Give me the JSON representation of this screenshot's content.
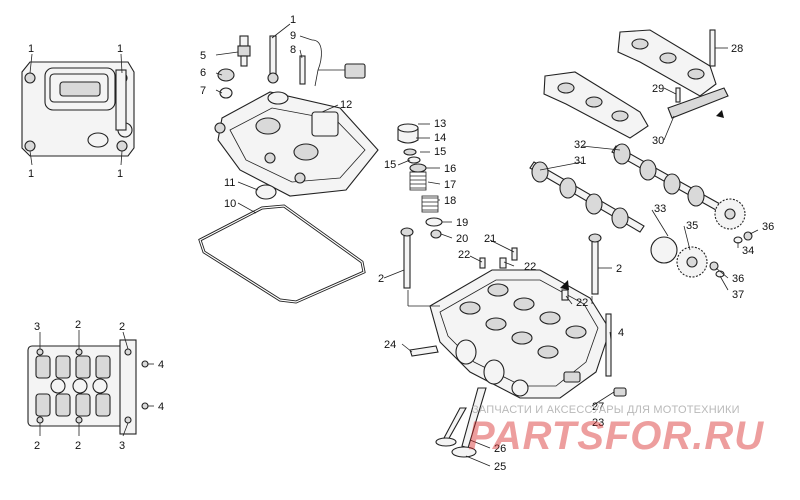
{
  "labels": {
    "top_view_1a": "1",
    "top_view_1b": "1",
    "top_view_1c": "1",
    "top_view_1d": "1",
    "spark_plug": "5",
    "plug_cap_1": "1",
    "plug_seal": "6",
    "washer_7": "7",
    "wire": "9",
    "bolt_8": "8",
    "cover": "12",
    "gasket_11": "11",
    "gasket_10": "10",
    "tappet_13": "13",
    "shim_14": "14",
    "keeper_15a": "15",
    "keeper_15b": "15",
    "retainer_16": "16",
    "spring_17": "17",
    "spring_18": "18",
    "seat_19": "19",
    "seal_20": "20",
    "camshaft_32": "32",
    "camshaft_31": "31",
    "bolt_28": "28",
    "pin_29": "29",
    "cap_30": "30",
    "sprocket_33": "33",
    "sprocket_35": "35",
    "bolt_36a": "36",
    "bolt_36b": "36",
    "washer_34": "34",
    "washer_37": "37",
    "bolt_2a": "2",
    "bolt_2b": "2",
    "dowel_21": "21",
    "dowel_22a": "22",
    "dowel_22b": "22",
    "dowel_22c": "22",
    "stud_24": "24",
    "stud_4": "4",
    "plug_27": "27",
    "plug_23": "23",
    "valve_26": "26",
    "valve_25": "25",
    "bv_3a": "3",
    "bv_2a": "2",
    "bv_2b": "2",
    "bv_4a": "4",
    "bv_4b": "4",
    "bv_2c": "2",
    "bv_2d": "2",
    "bv_3b": "3"
  },
  "watermark": {
    "subtitle": "ЗАПЧАСТИ И АКСЕССУАРЫ ДЛЯ МОТОТЕХНИКИ",
    "logo": "PARTSFOR.RU"
  }
}
